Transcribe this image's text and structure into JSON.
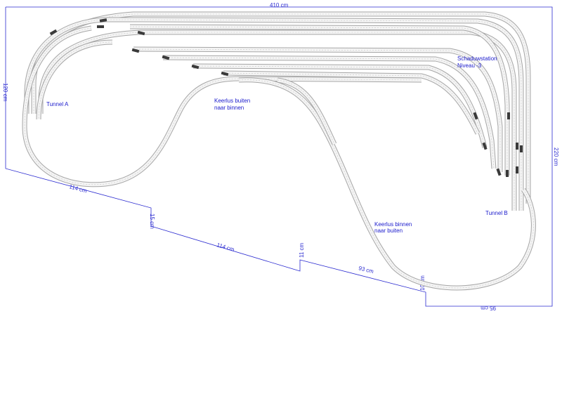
{
  "dimensions": {
    "top_width": "410 cm",
    "left_height": "120 cm",
    "right_height": "220 cm",
    "seg_1": "114 cm",
    "step_1": "15 cm",
    "seg_2": "114 cm",
    "step_2": "11 cm",
    "seg_3": "93 cm",
    "step_3": "10 cm",
    "bottom_right": "95 cm"
  },
  "labels": {
    "tunnel_a": "Tunnel A",
    "tunnel_b": "Tunnel B",
    "station_line1": "Schaduwstation",
    "station_line2": "Niveau -3",
    "loop_outer_line1": "Keerlus buiten",
    "loop_outer_line2": "naar binnen",
    "loop_inner_line1": "Keerlus binnen",
    "loop_inner_line2": "naar buiten"
  },
  "colors": {
    "dimension": "#2b2bd0",
    "label": "#1a1acc",
    "track_border": "#a6a6a6",
    "track_fill": "#f4f4f4",
    "turnout": "#3a3a3a"
  }
}
